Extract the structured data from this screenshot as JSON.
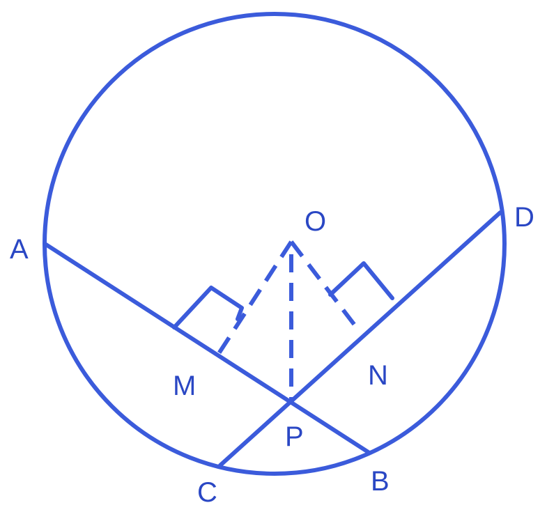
{
  "diagram": {
    "stroke_color": "#3b5bdb",
    "label_color": "#2a47c4",
    "labels": {
      "A": "A",
      "B": "B",
      "C": "C",
      "D": "D",
      "O": "O",
      "M": "M",
      "N": "N",
      "P": "P"
    }
  }
}
